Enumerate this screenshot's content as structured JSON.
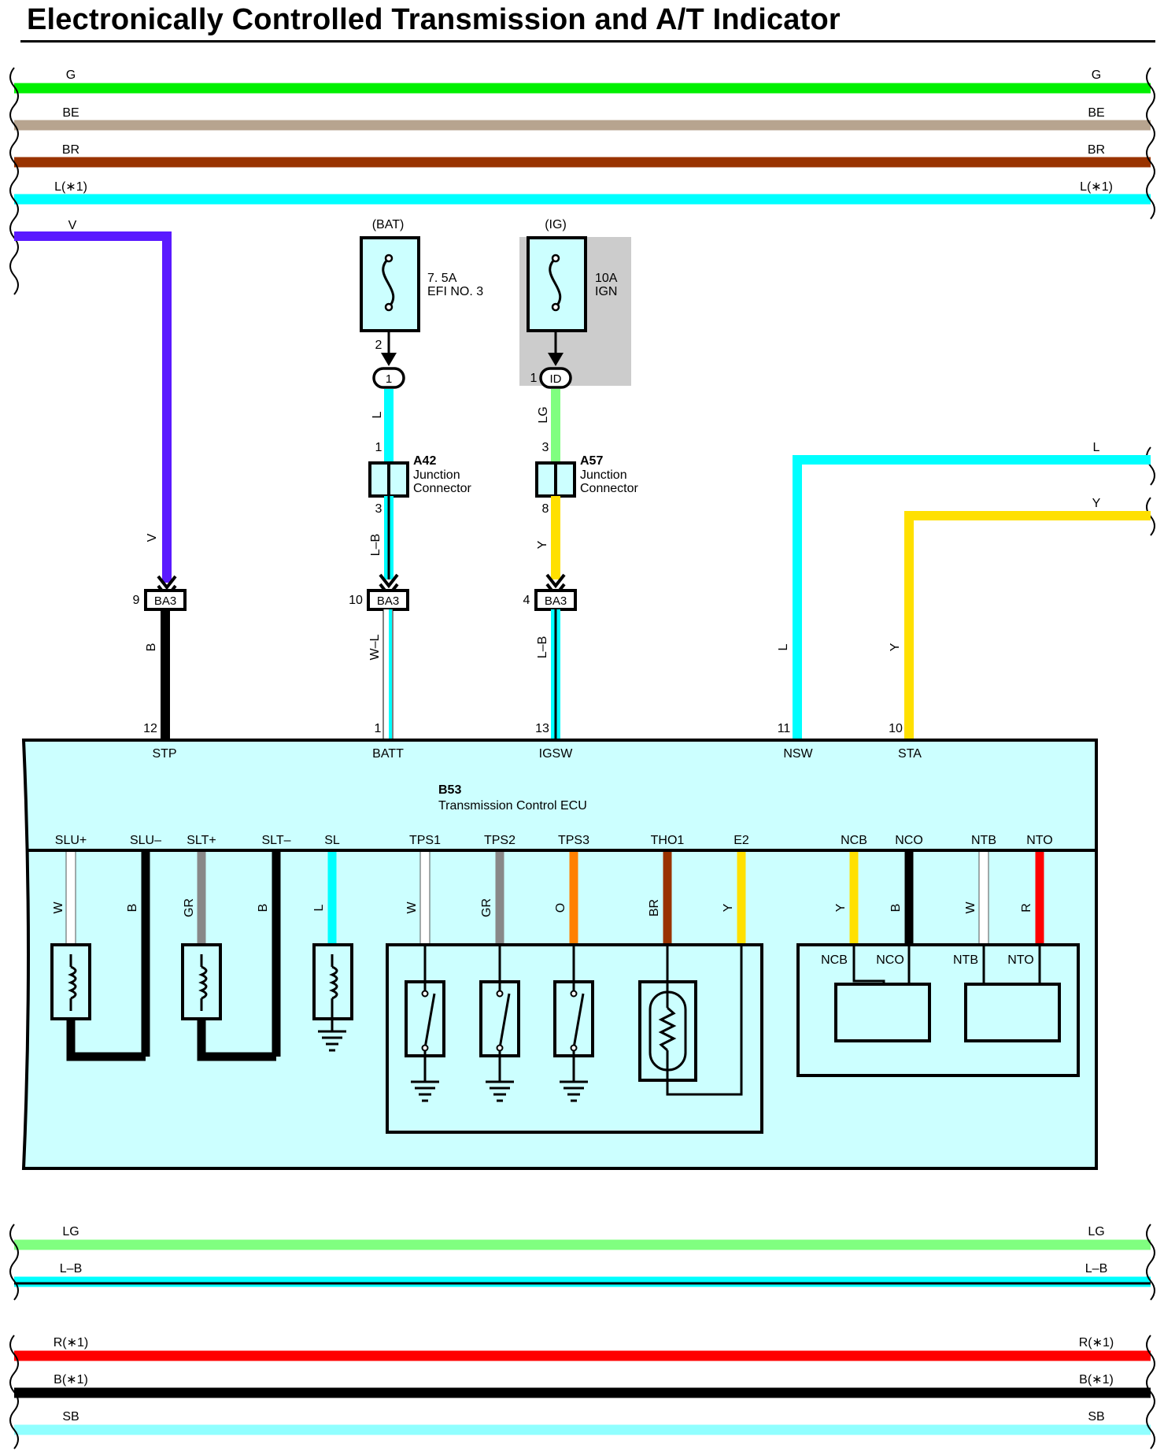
{
  "title": "Electronically Controlled Transmission and A/T Indicator",
  "colors": {
    "G": "#00f000",
    "BE": "#b7a48f",
    "BR": "#993300",
    "L": "#00ffff",
    "V": "#5a1aff",
    "LG": "#80ff80",
    "Y": "#ffe000",
    "B": "#000000",
    "W": "#ffffff",
    "GR": "#888888",
    "O": "#ff8000",
    "R": "#ff0000",
    "SB": "#90ffff",
    "ecu_fill": "#ccffff",
    "ig_shade": "#cccccc"
  },
  "top_buses": [
    {
      "label": "G",
      "color": "G"
    },
    {
      "label": "BE",
      "color": "BE"
    },
    {
      "label": "BR",
      "color": "BR"
    },
    {
      "label": "L(∗1)",
      "color": "L"
    }
  ],
  "bottom_buses_1": [
    {
      "label": "LG",
      "color": "LG"
    },
    {
      "label": "L–B",
      "color": "L",
      "stripe": "B"
    }
  ],
  "bottom_buses_2": [
    {
      "label": "R(∗1)",
      "color": "R"
    },
    {
      "label": "B(∗1)",
      "color": "B"
    },
    {
      "label": "SB",
      "color": "SB"
    }
  ],
  "v_wire": {
    "label": "V",
    "mid_label": "V"
  },
  "fuses": [
    {
      "source": "(BAT)",
      "rating": "7. 5A",
      "name": "EFI NO. 3",
      "pin": "2",
      "connector": "1",
      "shaded": false
    },
    {
      "source": "(IG)",
      "rating": "10A",
      "name": "IGN",
      "pin": "1",
      "connector": "ID",
      "shaded": true
    }
  ],
  "junctions": [
    {
      "id": "A42",
      "name_l1": "Junction",
      "name_l2": "Connector",
      "pin_in": "1",
      "pin_out": "3",
      "wire_in": "L",
      "wire_out": "L–B"
    },
    {
      "id": "A57",
      "name_l1": "Junction",
      "name_l2": "Connector",
      "pin_in": "3",
      "pin_out": "8",
      "wire_in": "LG",
      "wire_out": "Y"
    }
  ],
  "ba3": {
    "name": "BA3",
    "pins": [
      "9",
      "10",
      "4"
    ]
  },
  "ecu_inputs": [
    {
      "terminal": "STP",
      "pin": "12",
      "wire": "B"
    },
    {
      "terminal": "BATT",
      "pin": "1",
      "wire": "W–L"
    },
    {
      "terminal": "IGSW",
      "pin": "13",
      "wire": "L–B"
    },
    {
      "terminal": "NSW",
      "pin": "11",
      "wire": "L"
    },
    {
      "terminal": "STA",
      "pin": "10",
      "wire": "Y"
    }
  ],
  "right_wires": [
    {
      "label": "L"
    },
    {
      "label": "Y"
    }
  ],
  "ecu": {
    "id": "B53",
    "name": "Transmission Control ECU"
  },
  "ecu_terminals": [
    {
      "name": "SLU+",
      "wire": "W"
    },
    {
      "name": "SLU–",
      "wire": "B"
    },
    {
      "name": "SLT+",
      "wire": "GR"
    },
    {
      "name": "SLT–",
      "wire": "B"
    },
    {
      "name": "SL",
      "wire": "L"
    },
    {
      "name": "TPS1",
      "wire": "W"
    },
    {
      "name": "TPS2",
      "wire": "GR"
    },
    {
      "name": "TPS3",
      "wire": "O"
    },
    {
      "name": "THO1",
      "wire": "BR"
    },
    {
      "name": "E2",
      "wire": "Y"
    },
    {
      "name": "NCB",
      "wire": "Y"
    },
    {
      "name": "NCO",
      "wire": "B"
    },
    {
      "name": "NTB",
      "wire": "W"
    },
    {
      "name": "NTO",
      "wire": "R"
    }
  ],
  "sensor_labels": [
    "NCB",
    "NCO",
    "NTB",
    "NTO"
  ]
}
